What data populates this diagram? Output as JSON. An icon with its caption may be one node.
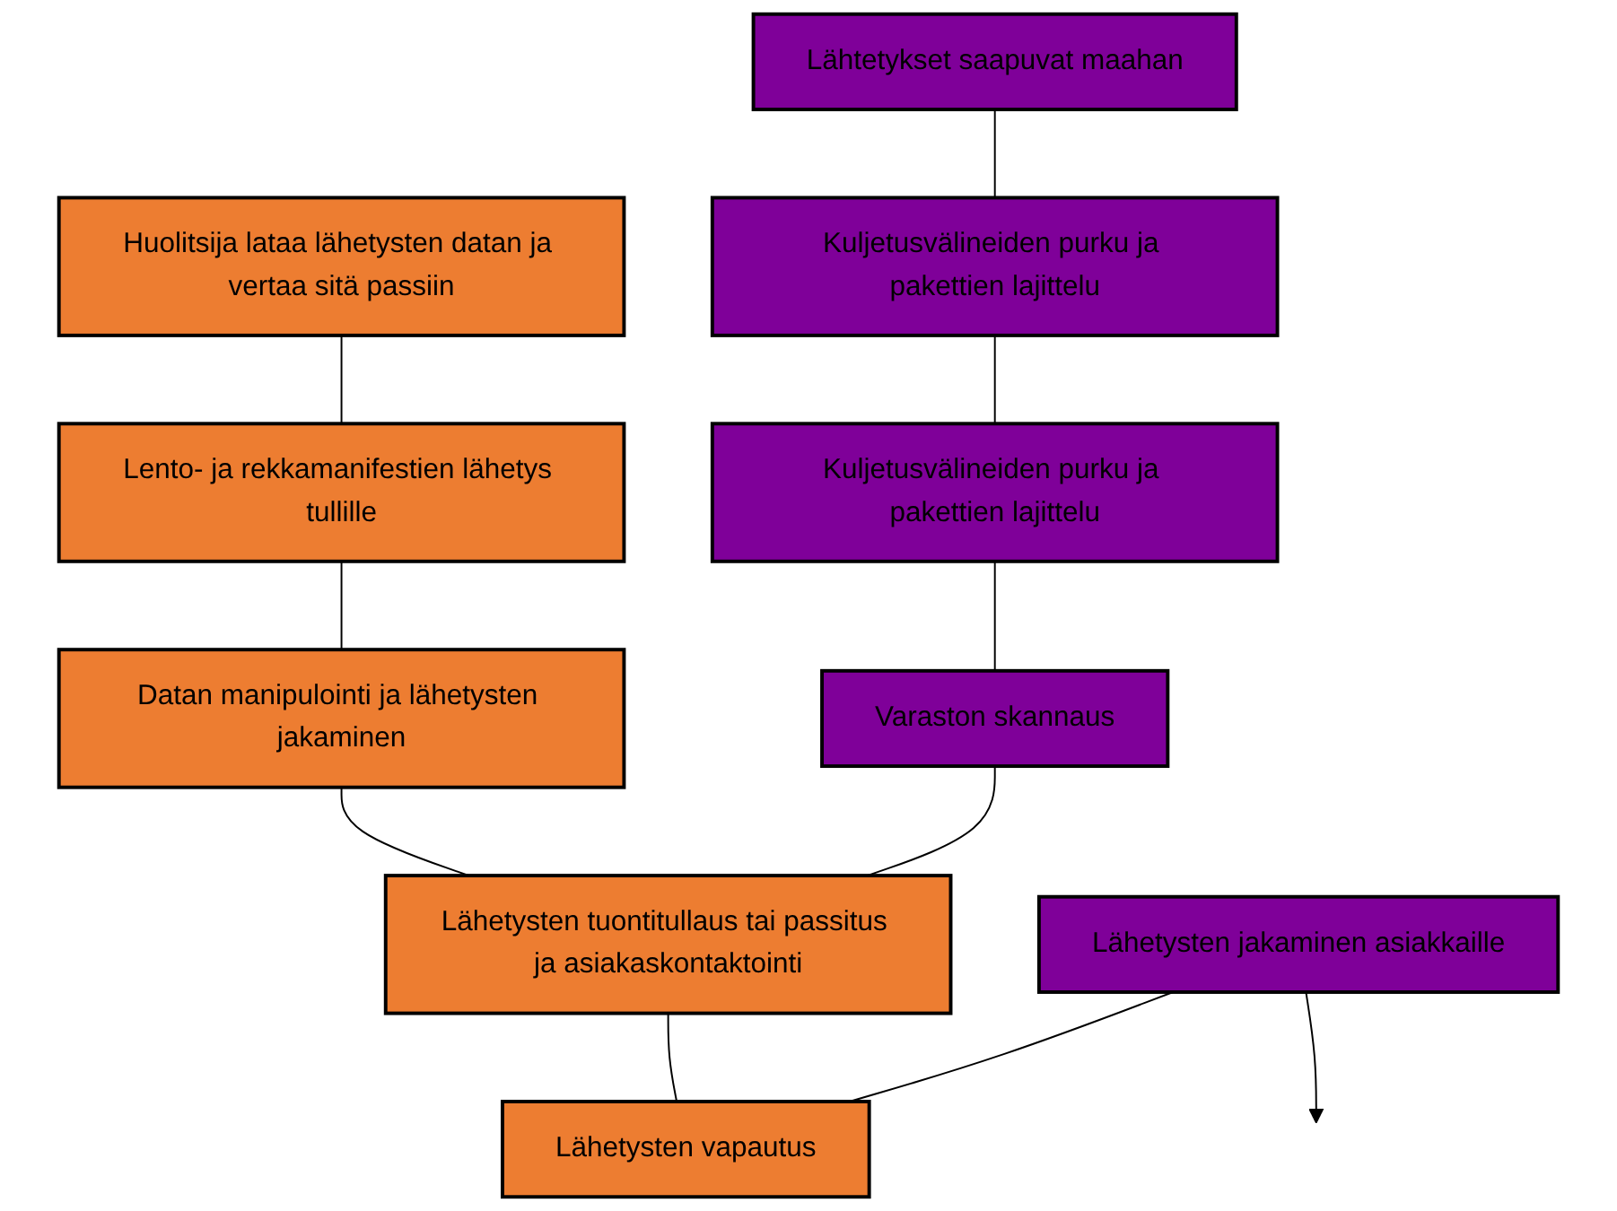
{
  "diagram": {
    "nodes": [
      {
        "text": [
          "Lähtetykset saapuvat maahan"
        ]
      },
      {
        "text": [
          "Kuljetusvälineiden purku ja pakettien lajittelu"
        ]
      },
      {
        "text": [
          "Kuljetusvälineiden purku ja pakettien lajittelu"
        ]
      },
      {
        "text": [
          "Varaston skannaus"
        ]
      },
      {
        "text": [
          "Lähetysten jakaminen asiakkaille"
        ]
      },
      {
        "text": [
          "Huolitsija lataa lähetysten datan ja vertaa sitä passiin"
        ]
      },
      {
        "text": [
          "Lento- ja rekkamanifestien lähetys tullille"
        ]
      },
      {
        "text": [
          "Datan manipulointi ja lähetysten jakaminen"
        ]
      },
      {
        "text": [
          "Lähetysten tuontitullaus tai passitus ja asiakaskontaktointi"
        ]
      },
      {
        "text": [
          "Lähetysten vapautus"
        ]
      }
    ],
    "edges": [
      {
        "from": 0,
        "to": 1,
        "arrow": "none"
      },
      {
        "from": 1,
        "to": 2,
        "arrow": "none"
      },
      {
        "from": 2,
        "to": 3,
        "arrow": "none"
      },
      {
        "from": 5,
        "to": 6,
        "arrow": "none"
      },
      {
        "from": 6,
        "to": 7,
        "arrow": "none"
      },
      {
        "from": 7,
        "to": 8,
        "arrow": "none"
      },
      {
        "from": 8,
        "to": 9,
        "arrow": "none"
      },
      {
        "from": 3,
        "to": 8,
        "arrow": "none"
      },
      {
        "from": 4,
        "to": 9,
        "arrow": "none"
      },
      {
        "from": 4,
        "to": null,
        "arrow": "to"
      }
    ]
  }
}
